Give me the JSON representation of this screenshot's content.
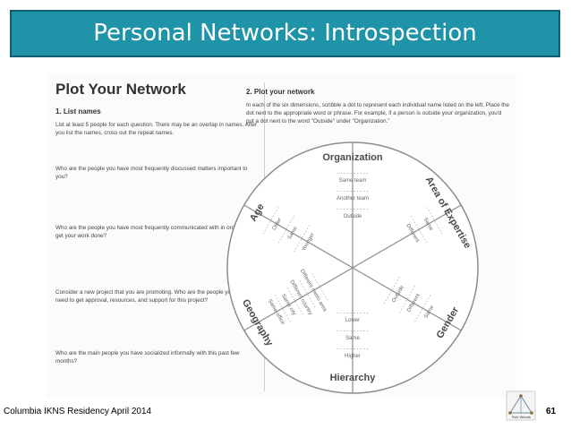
{
  "slide": {
    "title": "Personal Networks: Introspection",
    "footer": "Columbia IKNS Residency April 2014",
    "page_number": "61",
    "logo_text": "Rob Woods"
  },
  "worksheet": {
    "heading": "Plot Your Network",
    "list": {
      "title": "1.  List names",
      "instructions": "List at least 5 people for each question. There may be an overlap in names. After you list the names, cross out the repeat names.",
      "questions": [
        "Who are the people you have most frequently discussed matters important to you?",
        "Who are the people you have most frequently communicated with in order to get your work done?",
        "Consider a new project that you are promoting. Who are the people you would need to get approval, resources, and support for this project?",
        "Who are the main people you have socialized informally with this past few months?"
      ]
    },
    "plot": {
      "title": "2. Plot your network",
      "instructions": "In each of the six dimensions, scribble a dot to represent each individual name listed on the left. Place the dot next to the appropriate word or phrase. For example, if a person is outside your organization, you'd put a dot next to the word \"Outside\" under \"Organization.\""
    }
  },
  "wheel": {
    "sectors": [
      {
        "name": "Organization",
        "items": [
          "Same team",
          "Another team",
          "Outside"
        ]
      },
      {
        "name": "Area of Expertise",
        "items": [
          "Same",
          "Different"
        ]
      },
      {
        "name": "Gender",
        "items": [
          "Same",
          "Different",
          "Outside"
        ]
      },
      {
        "name": "Hierarchy",
        "items": [
          "Higher",
          "Same",
          "Lower"
        ]
      },
      {
        "name": "Geography",
        "items": [
          "Same office",
          "Same city",
          "Different country",
          "Different metro area"
        ]
      },
      {
        "name": "Age",
        "items": [
          "Older",
          "Same",
          "Younger"
        ]
      }
    ]
  },
  "colors": {
    "banner": "#1f93a8",
    "banner_border": "#0e5d74",
    "wheel_stroke": "#8c8c8c"
  }
}
